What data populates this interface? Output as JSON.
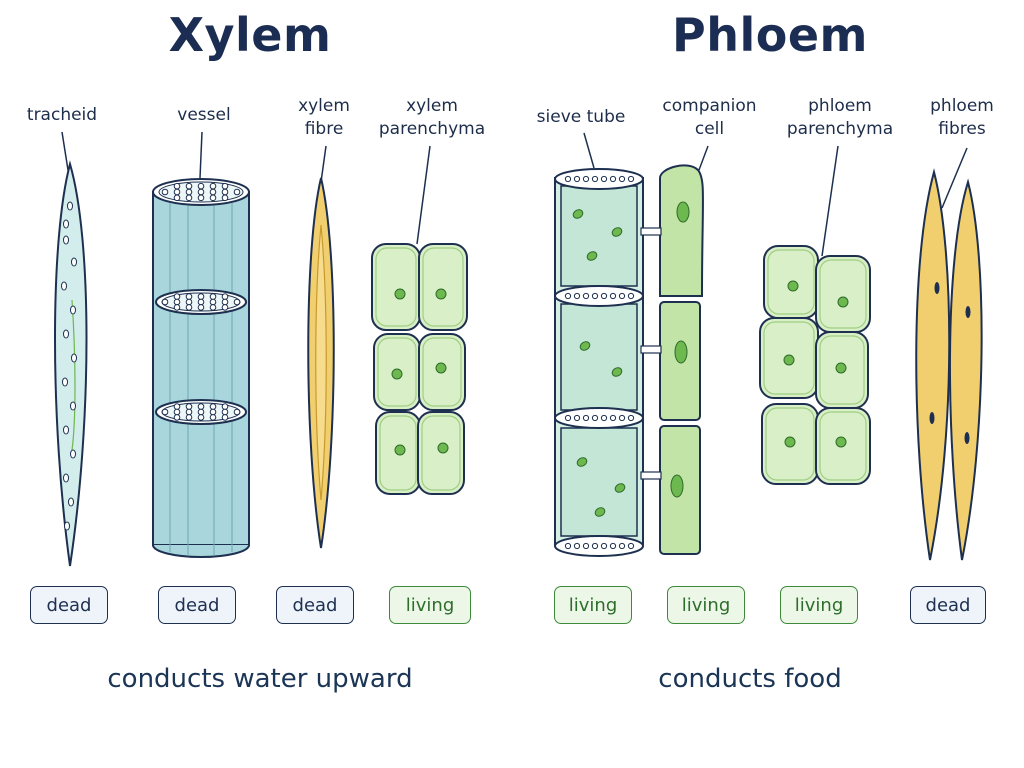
{
  "xylem": {
    "title": "Xylem",
    "cells": [
      {
        "name": "tracheid",
        "label": "tracheid",
        "status": "dead"
      },
      {
        "name": "vessel",
        "label": "vessel",
        "status": "dead"
      },
      {
        "name": "xylem-fibre",
        "label": "xylem\nfibre",
        "status": "dead"
      },
      {
        "name": "xylem-parenchyma",
        "label": "xylem\nparenchyma",
        "status": "living"
      }
    ],
    "function": "conducts water upward"
  },
  "phloem": {
    "title": "Phloem",
    "cells": [
      {
        "name": "sieve-tube",
        "label": "sieve tube",
        "status": "living"
      },
      {
        "name": "companion-cell",
        "label": "companion\ncell",
        "status": "living"
      },
      {
        "name": "phloem-parenchyma",
        "label": "phloem\nparenchyma",
        "status": "living"
      },
      {
        "name": "phloem-fibres",
        "label": "phloem\nfibres",
        "status": "dead"
      }
    ],
    "function": "conducts food"
  },
  "colors": {
    "outline": "#1e3050",
    "vessel": "#a8d6dc",
    "tracheid": "#d3ecec",
    "fibre": "#f1cf6e",
    "parenchyma": "#d9efc7",
    "nucleus": "#6db84f",
    "sieve": "#d5efe4"
  }
}
